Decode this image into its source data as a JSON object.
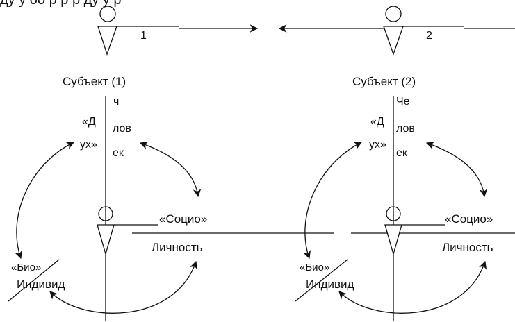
{
  "top_line_text": "ду у оо                 р р р      ду у р",
  "subjects": [
    {
      "number": "1",
      "caption": "Субъект (1)"
    },
    {
      "number": "2",
      "caption": "Субъект (2)"
    }
  ],
  "blocks": [
    {
      "dukh_line1": "«Д",
      "dukh_line2": "ух»",
      "chelovek_line0": "ч",
      "chelovek_line1": "лов",
      "chelovek_line2": "ек",
      "socio": "«Социо»",
      "lichnost": "Личность",
      "bio": "«Био»",
      "individ": "Индивид"
    },
    {
      "dukh_line1": "«Д",
      "dukh_line2": "ух»",
      "chelovek_line0": "Че",
      "chelovek_line1": "лов",
      "chelovek_line2": "ек",
      "socio": "«Социо»",
      "lichnost": "Личность",
      "bio": "«Био»",
      "individ": "Индивид"
    }
  ]
}
